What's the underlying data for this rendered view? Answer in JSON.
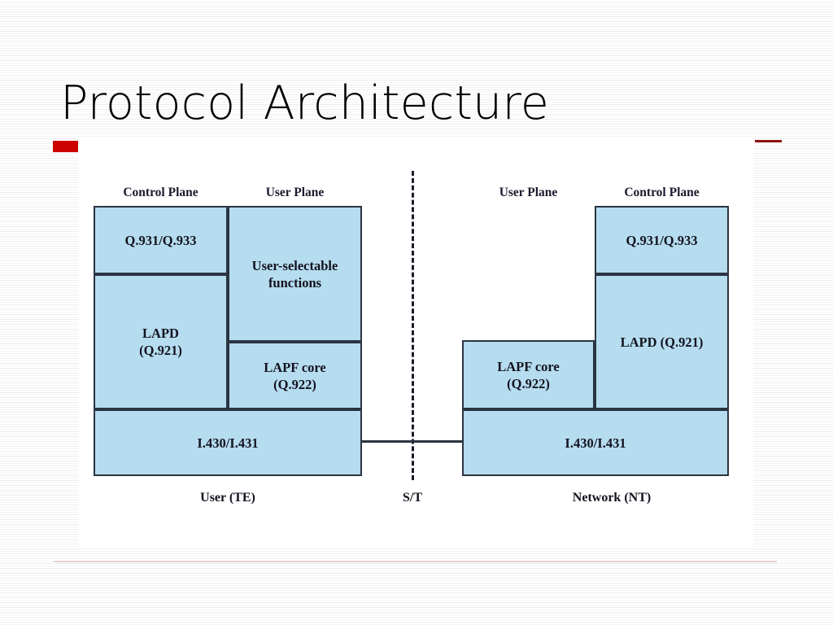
{
  "slide": {
    "title": "Protocol Architecture"
  },
  "colors": {
    "box_fill": "#b6dcef",
    "box_border": "#2b3441",
    "accent_red": "#cc0000",
    "accent_red_rule": "#8f1010",
    "accent_pink_rule": "#e8cfcf",
    "text": "#13131f",
    "panel_background": "#ffffff"
  },
  "diagram": {
    "type": "block-diagram",
    "plane_labels": {
      "left_control": "Control Plane",
      "left_user": "User Plane",
      "right_user": "User Plane",
      "right_control": "Control Plane"
    },
    "user_side": {
      "control_plane": [
        {
          "label": "Q.931/Q.933"
        },
        {
          "label": "LAPD\n(Q.921)"
        }
      ],
      "user_plane": [
        {
          "label": "User-selectable\nfunctions"
        },
        {
          "label": "LAPF core\n(Q.922)"
        }
      ],
      "physical": {
        "label": "I.430/I.431"
      }
    },
    "network_side": {
      "user_plane": [
        {
          "label": "LAPF core\n(Q.922)"
        }
      ],
      "control_plane": [
        {
          "label": "Q.931/Q.933"
        },
        {
          "label": "LAPD (Q.921)"
        }
      ],
      "physical": {
        "label": "I.430/I.431"
      }
    },
    "captions": {
      "left": "User (TE)",
      "center": "S/T",
      "right": "Network (NT)"
    },
    "reference_point": "S/T"
  }
}
